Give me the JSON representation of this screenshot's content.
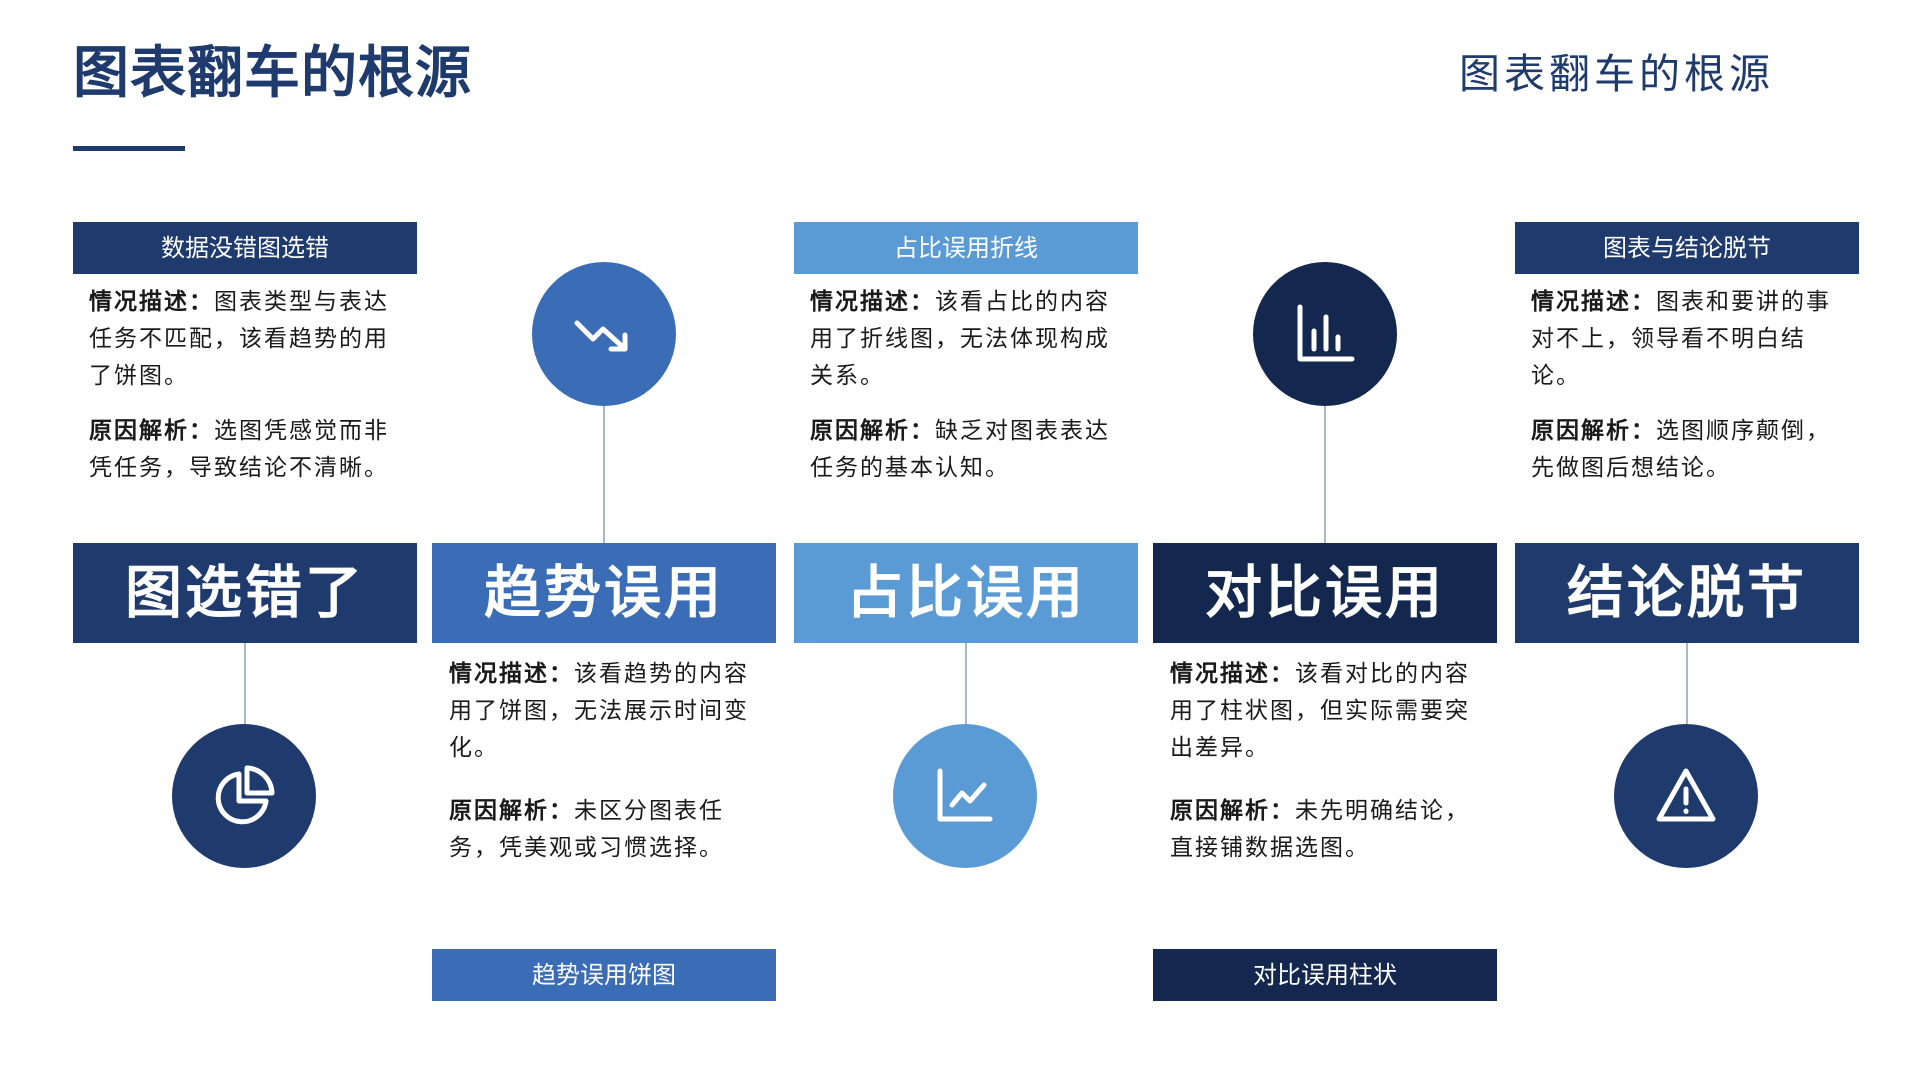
{
  "title": "图表翻车的根源",
  "corner_title": "图表翻车的根源",
  "labels": {
    "situation": "情况描述：",
    "reason": "原因解析："
  },
  "columns": [
    {
      "main": "图选错了",
      "tag": "数据没错图选错",
      "situation": "图表类型与表达任务不匹配，该看趋势的用了饼图。",
      "reason": "选图凭感觉而非凭任务，导致结论不清晰。",
      "icon": "pie-chart-icon",
      "color": "#1f3b6e"
    },
    {
      "main": "趋势误用",
      "tag": "趋势误用饼图",
      "situation": "该看趋势的内容用了饼图，无法展示时间变化。",
      "reason": "未区分图表任务，凭美观或习惯选择。",
      "icon": "trend-down-icon",
      "color": "#3a6db5"
    },
    {
      "main": "占比误用",
      "tag": "占比误用折线",
      "situation": "该看占比的内容用了折线图，无法体现构成关系。",
      "reason": "缺乏对图表表达任务的基本认知。",
      "icon": "line-chart-icon",
      "color": "#5b9bd5"
    },
    {
      "main": "对比误用",
      "tag": "对比误用柱状",
      "situation": "该看对比的内容用了柱状图，但实际需要突出差异。",
      "reason": "未先明确结论，直接铺数据选图。",
      "icon": "bar-chart-icon",
      "color": "#14274e"
    },
    {
      "main": "结论脱节",
      "tag": "图表与结论脱节",
      "situation": "图表和要讲的事对不上，领导看不明白结论。",
      "reason": "选图顺序颠倒，先做图后想结论。",
      "icon": "warning-icon",
      "color": "#1f3b6e"
    }
  ]
}
